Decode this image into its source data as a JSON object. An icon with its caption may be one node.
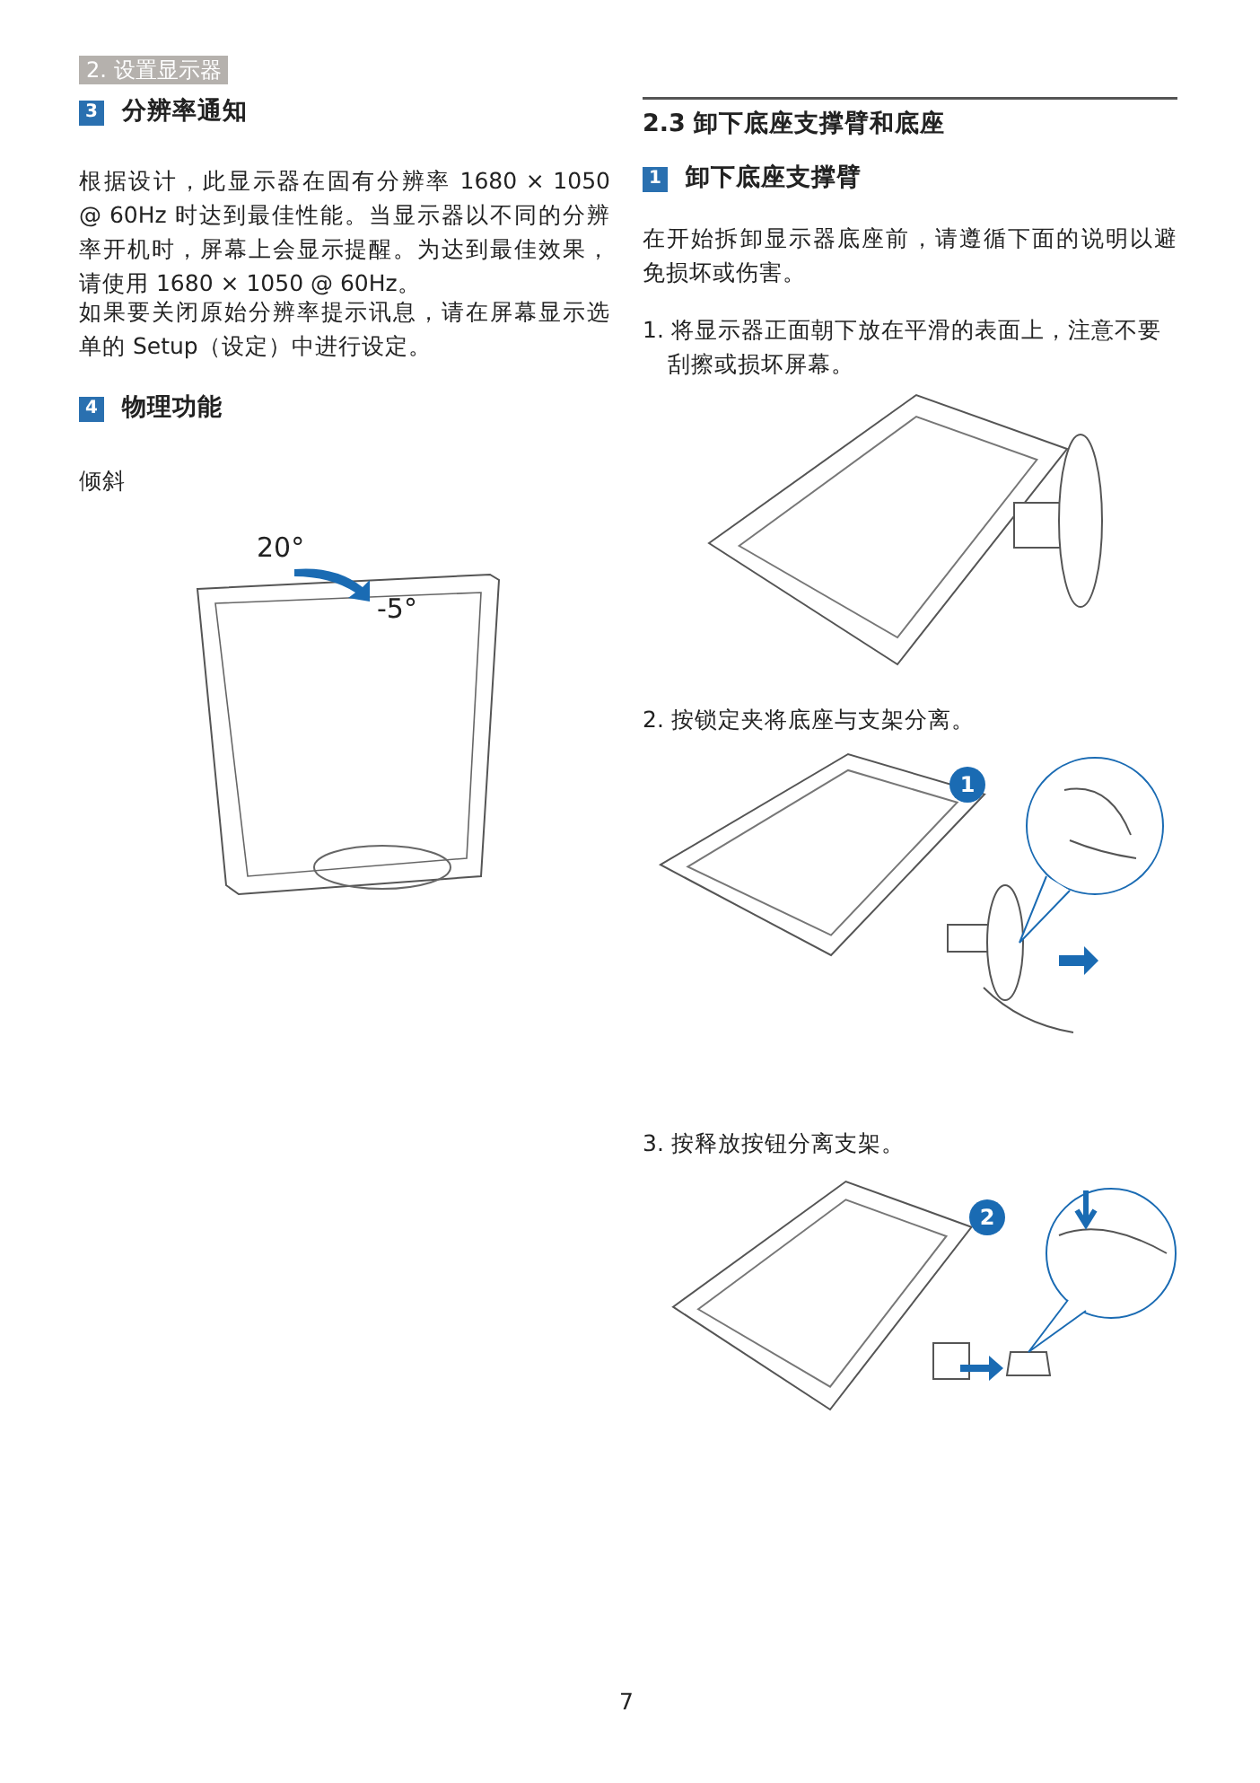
{
  "diagram": {
    "labels": [
      "2. 设置显示器",
      "3",
      "分辨率通知",
      "根据设计，此显示器在固有分辨率 1680 × 1050 @ 60Hz 时达到最佳性能。当显示器以不同的分辨率开机时，屏幕上会显示提醒。为达到最佳效果，请使用 1680 × 1050 @ 60Hz。",
      "如果要关闭原始分辨率提示讯息，请在屏幕显示选单的 Setup（设定）中进行设定。",
      "4",
      "物理功能",
      "倾斜",
      "20°",
      "-5°",
      "2.3 卸下底座支撑臂和底座",
      "1",
      "卸下底座支撑臂",
      "在开始拆卸显示器底座前，请遵循下面的说明以避免损坏或伤害。",
      "1. 将显示器正面朝下放在平滑的表面上，注意不要刮擦或损坏屏幕。",
      "2. 按锁定夹将底座与支架分离。",
      "1",
      "3. 按释放按钮分离支架。",
      "2",
      "7"
    ]
  }
}
